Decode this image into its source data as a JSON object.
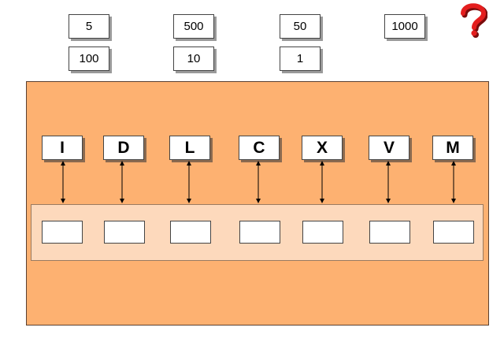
{
  "value_tiles": [
    "5",
    "500",
    "50",
    "1000",
    "100",
    "10",
    "1"
  ],
  "numerals": [
    "I",
    "D",
    "L",
    "C",
    "X",
    "V",
    "M"
  ],
  "help_icon": "question-mark-icon",
  "colors": {
    "board": "#fdb171",
    "tray": "#fdd9bc",
    "help": "#e41e1e"
  }
}
